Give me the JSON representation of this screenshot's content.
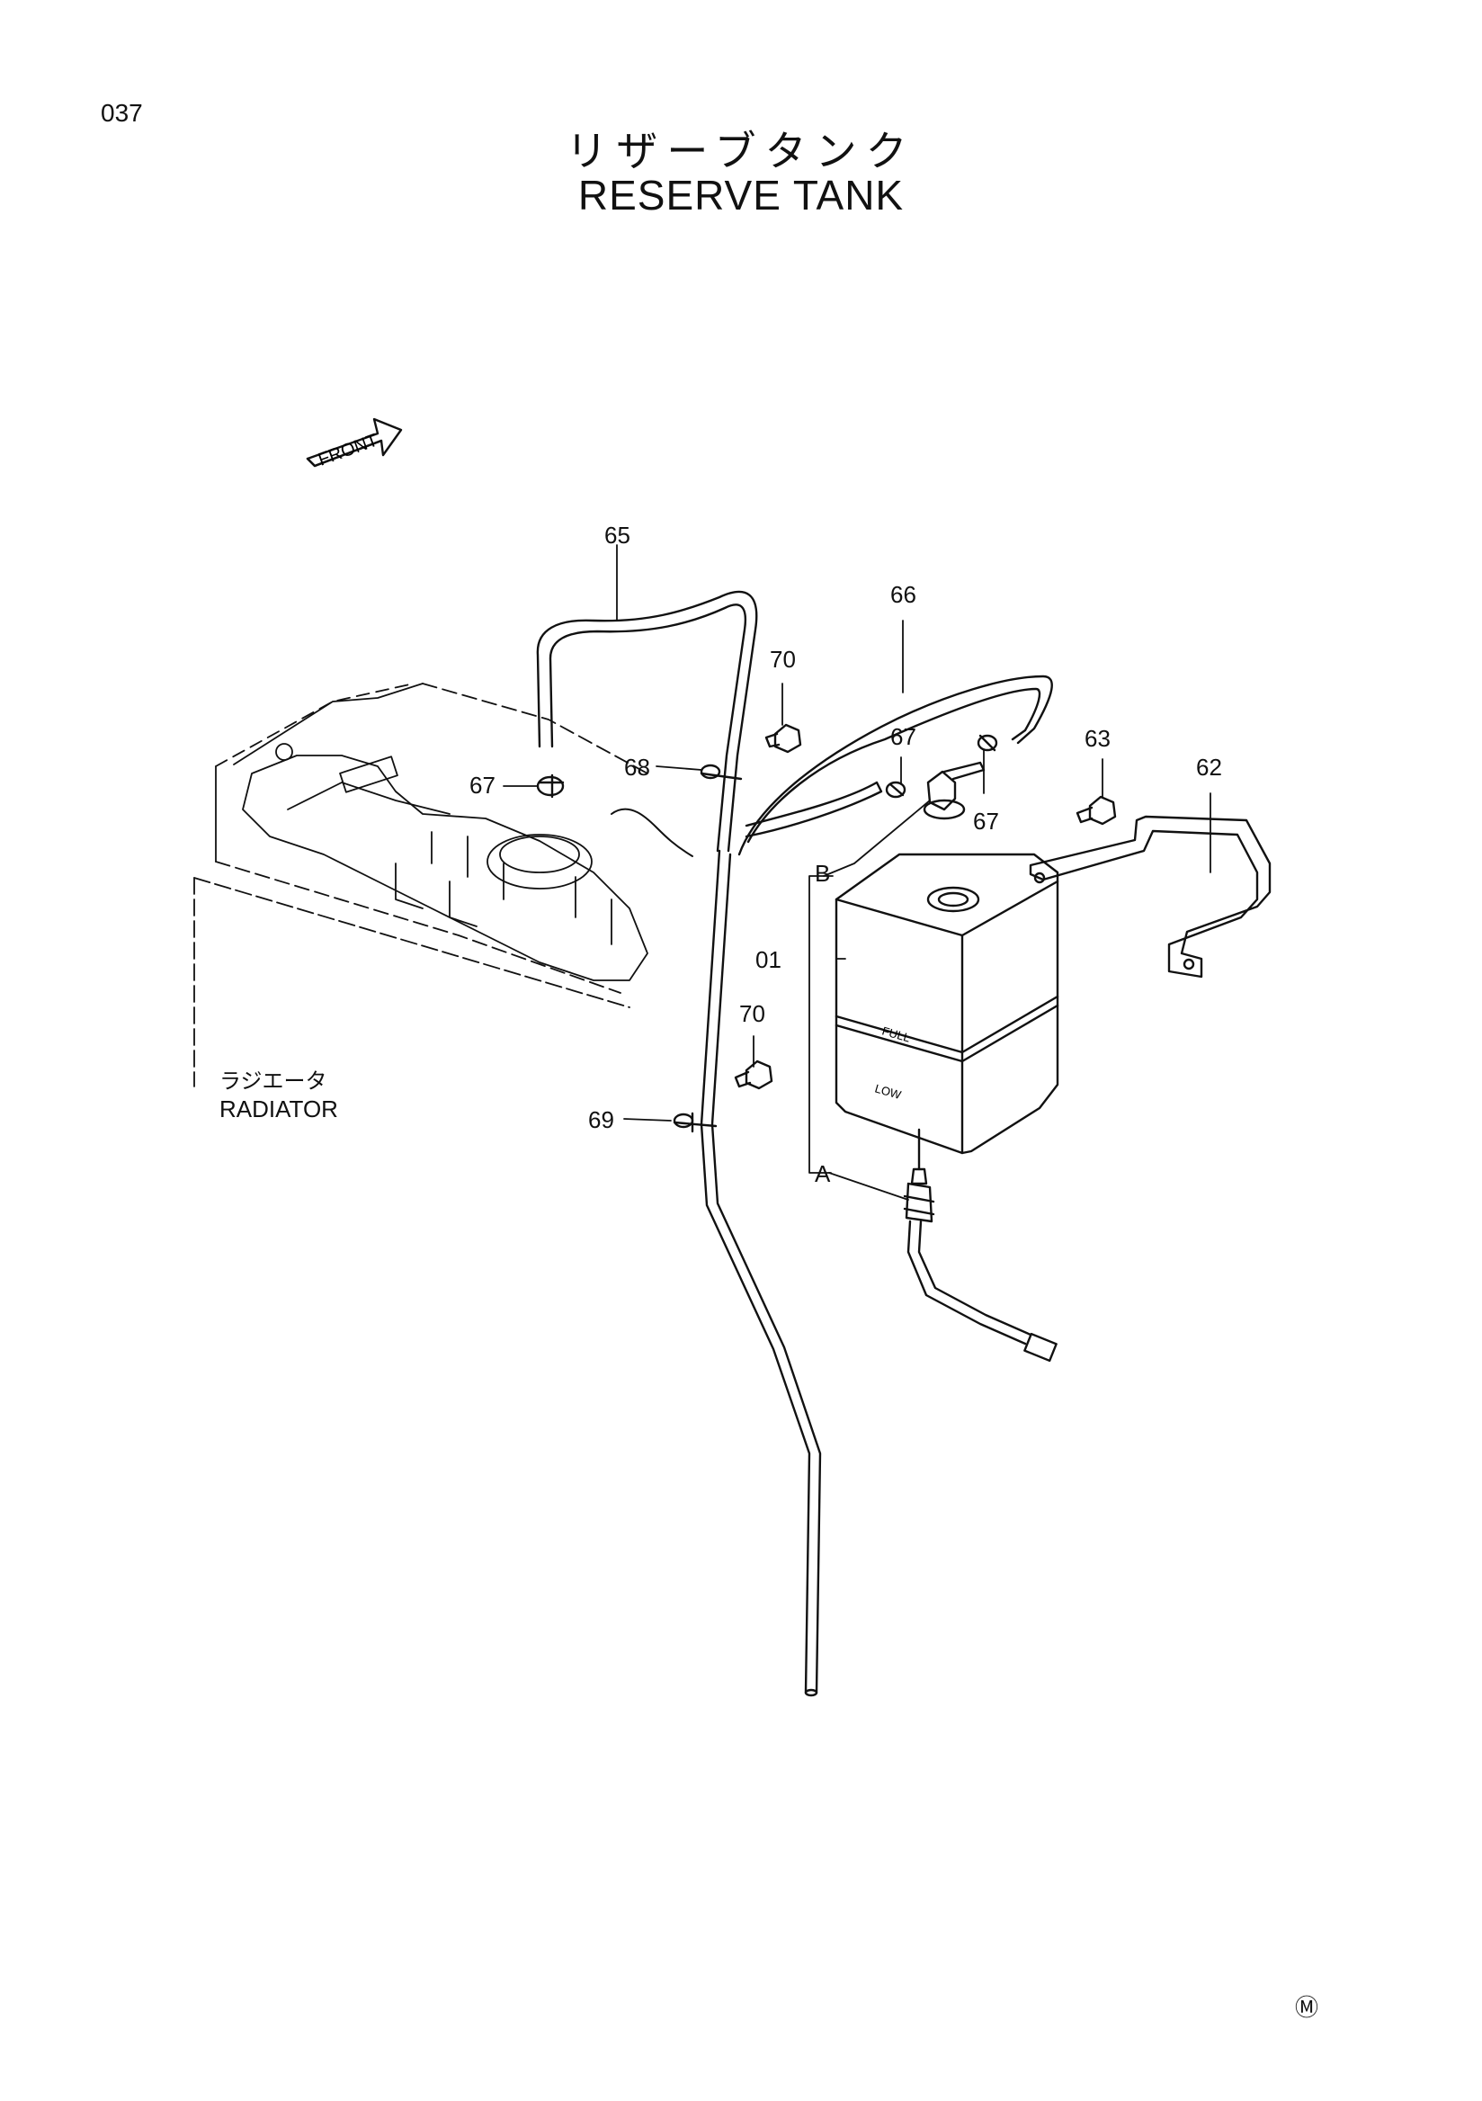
{
  "page_number": "037",
  "title_jp": "リザーブタンク",
  "title_en": "RESERVE TANK",
  "front_label": "FRONT",
  "radiator_jp": "ラジエータ",
  "radiator_en": "RADIATOR",
  "callouts": {
    "c65": "65",
    "c66": "66",
    "c70a": "70",
    "c67a": "67",
    "c67b": "67",
    "c67c": "67",
    "c68": "68",
    "c63": "63",
    "c62": "62",
    "cB": "B",
    "c01": "01",
    "c70b": "70",
    "c69": "69",
    "cA": "A"
  },
  "tank_labels": {
    "full": "FULL",
    "low": "LOW"
  },
  "maker_mark": "Ⓜ"
}
